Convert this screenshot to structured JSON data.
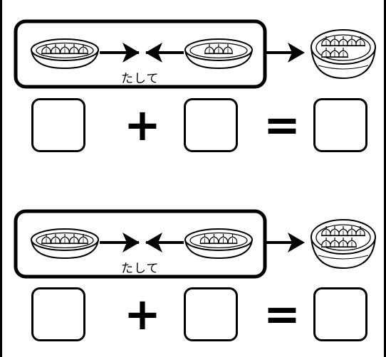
{
  "problems": [
    {
      "left_dish_count": 5,
      "right_dish_count": 3,
      "result_dish_count": 8,
      "action_label": "たして",
      "plus_sign": "+",
      "equals_sign": "="
    },
    {
      "left_dish_count": 5,
      "right_dish_count": 4,
      "result_dish_count": 9,
      "action_label": "たして",
      "plus_sign": "+",
      "equals_sign": "="
    }
  ]
}
